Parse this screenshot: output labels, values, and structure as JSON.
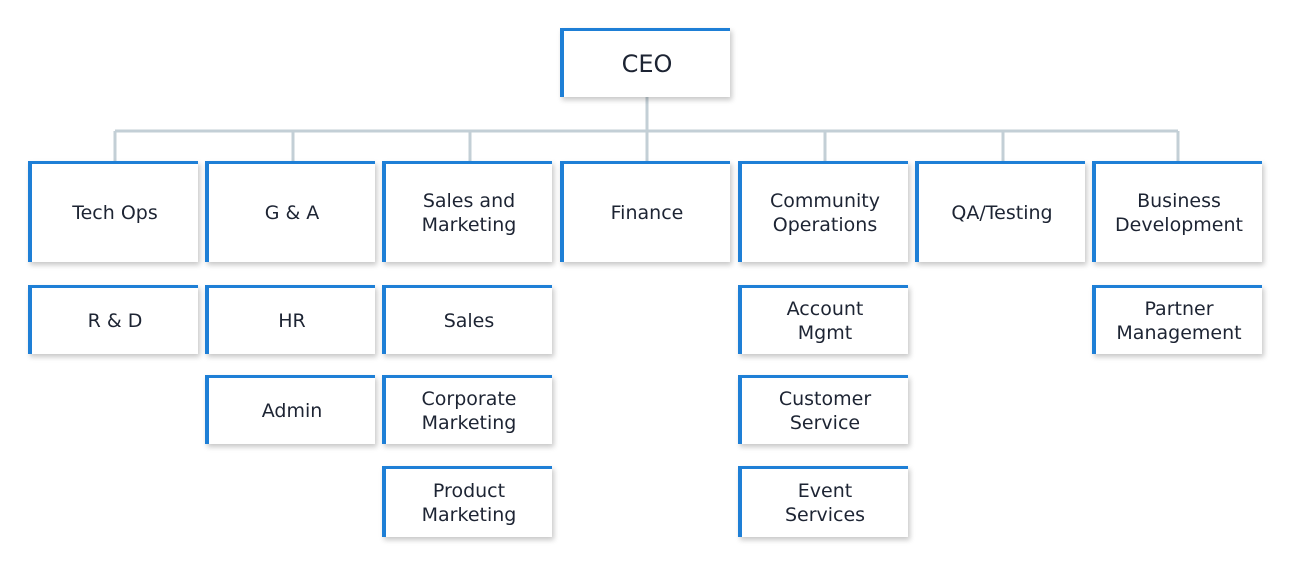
{
  "ceo": "CEO",
  "departments": [
    {
      "label": "Tech Ops",
      "children": [
        "R & D"
      ]
    },
    {
      "label": "G & A",
      "children": [
        "HR",
        "Admin"
      ]
    },
    {
      "label": "Sales and\nMarketing",
      "children": [
        "Sales",
        "Corporate\nMarketing",
        "Product\nMarketing"
      ]
    },
    {
      "label": "Finance",
      "children": []
    },
    {
      "label": "Community\nOperations",
      "children": [
        "Account\nMgmt",
        "Customer\nService",
        "Event\nServices"
      ]
    },
    {
      "label": "QA/Testing",
      "children": []
    },
    {
      "label": "Business\nDevelopment",
      "children": [
        "Partner\nManagement"
      ]
    }
  ],
  "colors": {
    "accent": "#1e7fd6",
    "connector": "#c3cfd6"
  }
}
